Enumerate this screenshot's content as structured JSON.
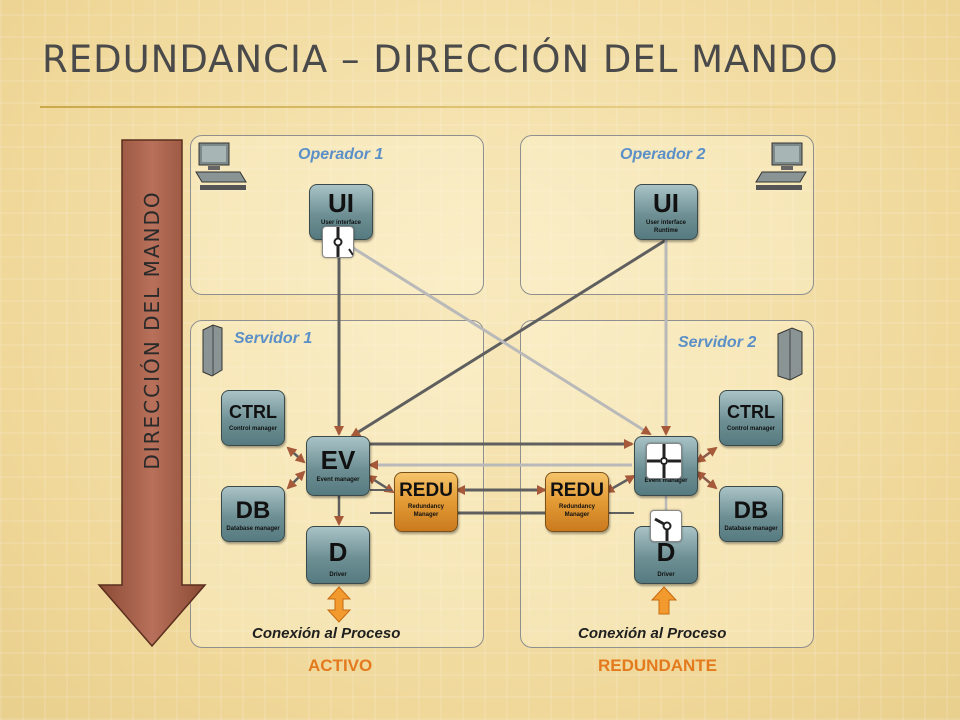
{
  "title": "REDUNDANCIA –  DIRECCIÓN DEL MANDO",
  "direction_label": "DIRECCIÓN DEL MANDO",
  "operators": [
    {
      "label": "Operador 1",
      "node": {
        "title": "UI",
        "subtitle": "User interface"
      }
    },
    {
      "label": "Operador 2",
      "node": {
        "title": "UI",
        "subtitle": "User interface Runtime"
      }
    }
  ],
  "servers": [
    {
      "label": "Servidor 1",
      "ctrl": {
        "title": "CTRL",
        "subtitle": "Control manager"
      },
      "db": {
        "title": "DB",
        "subtitle": "Database manager"
      },
      "ev": {
        "title": "EV",
        "subtitle": "Event manager"
      },
      "redu": {
        "title": "REDU",
        "subtitle": "Redundancy Manager"
      },
      "driver": {
        "title": "D",
        "subtitle": "Driver"
      },
      "connection": "Conexión al Proceso",
      "status": "ACTIVO"
    },
    {
      "label": "Servidor 2",
      "ctrl": {
        "title": "CTRL",
        "subtitle": "Control manager"
      },
      "db": {
        "title": "DB",
        "subtitle": "Database manager"
      },
      "ev": {
        "title": "",
        "subtitle": "Event manager"
      },
      "redu": {
        "title": "REDU",
        "subtitle": "Redundancy Manager"
      },
      "driver": {
        "title": "D",
        "subtitle": "Driver"
      },
      "connection": "Conexión al Proceso",
      "status": "REDUNDANTE"
    }
  ],
  "colors": {
    "background": "#f3dfa6",
    "label_blue": "#5b8fc8",
    "status_orange": "#e47a1e",
    "node_teal": "#6e9095",
    "redu_orange": "#e39a34",
    "arrow_red": "#a65a3a"
  },
  "icons": [
    "computer-icon",
    "server-icon",
    "switch-icon",
    "up-down-arrow-icon",
    "up-arrow-icon"
  ]
}
